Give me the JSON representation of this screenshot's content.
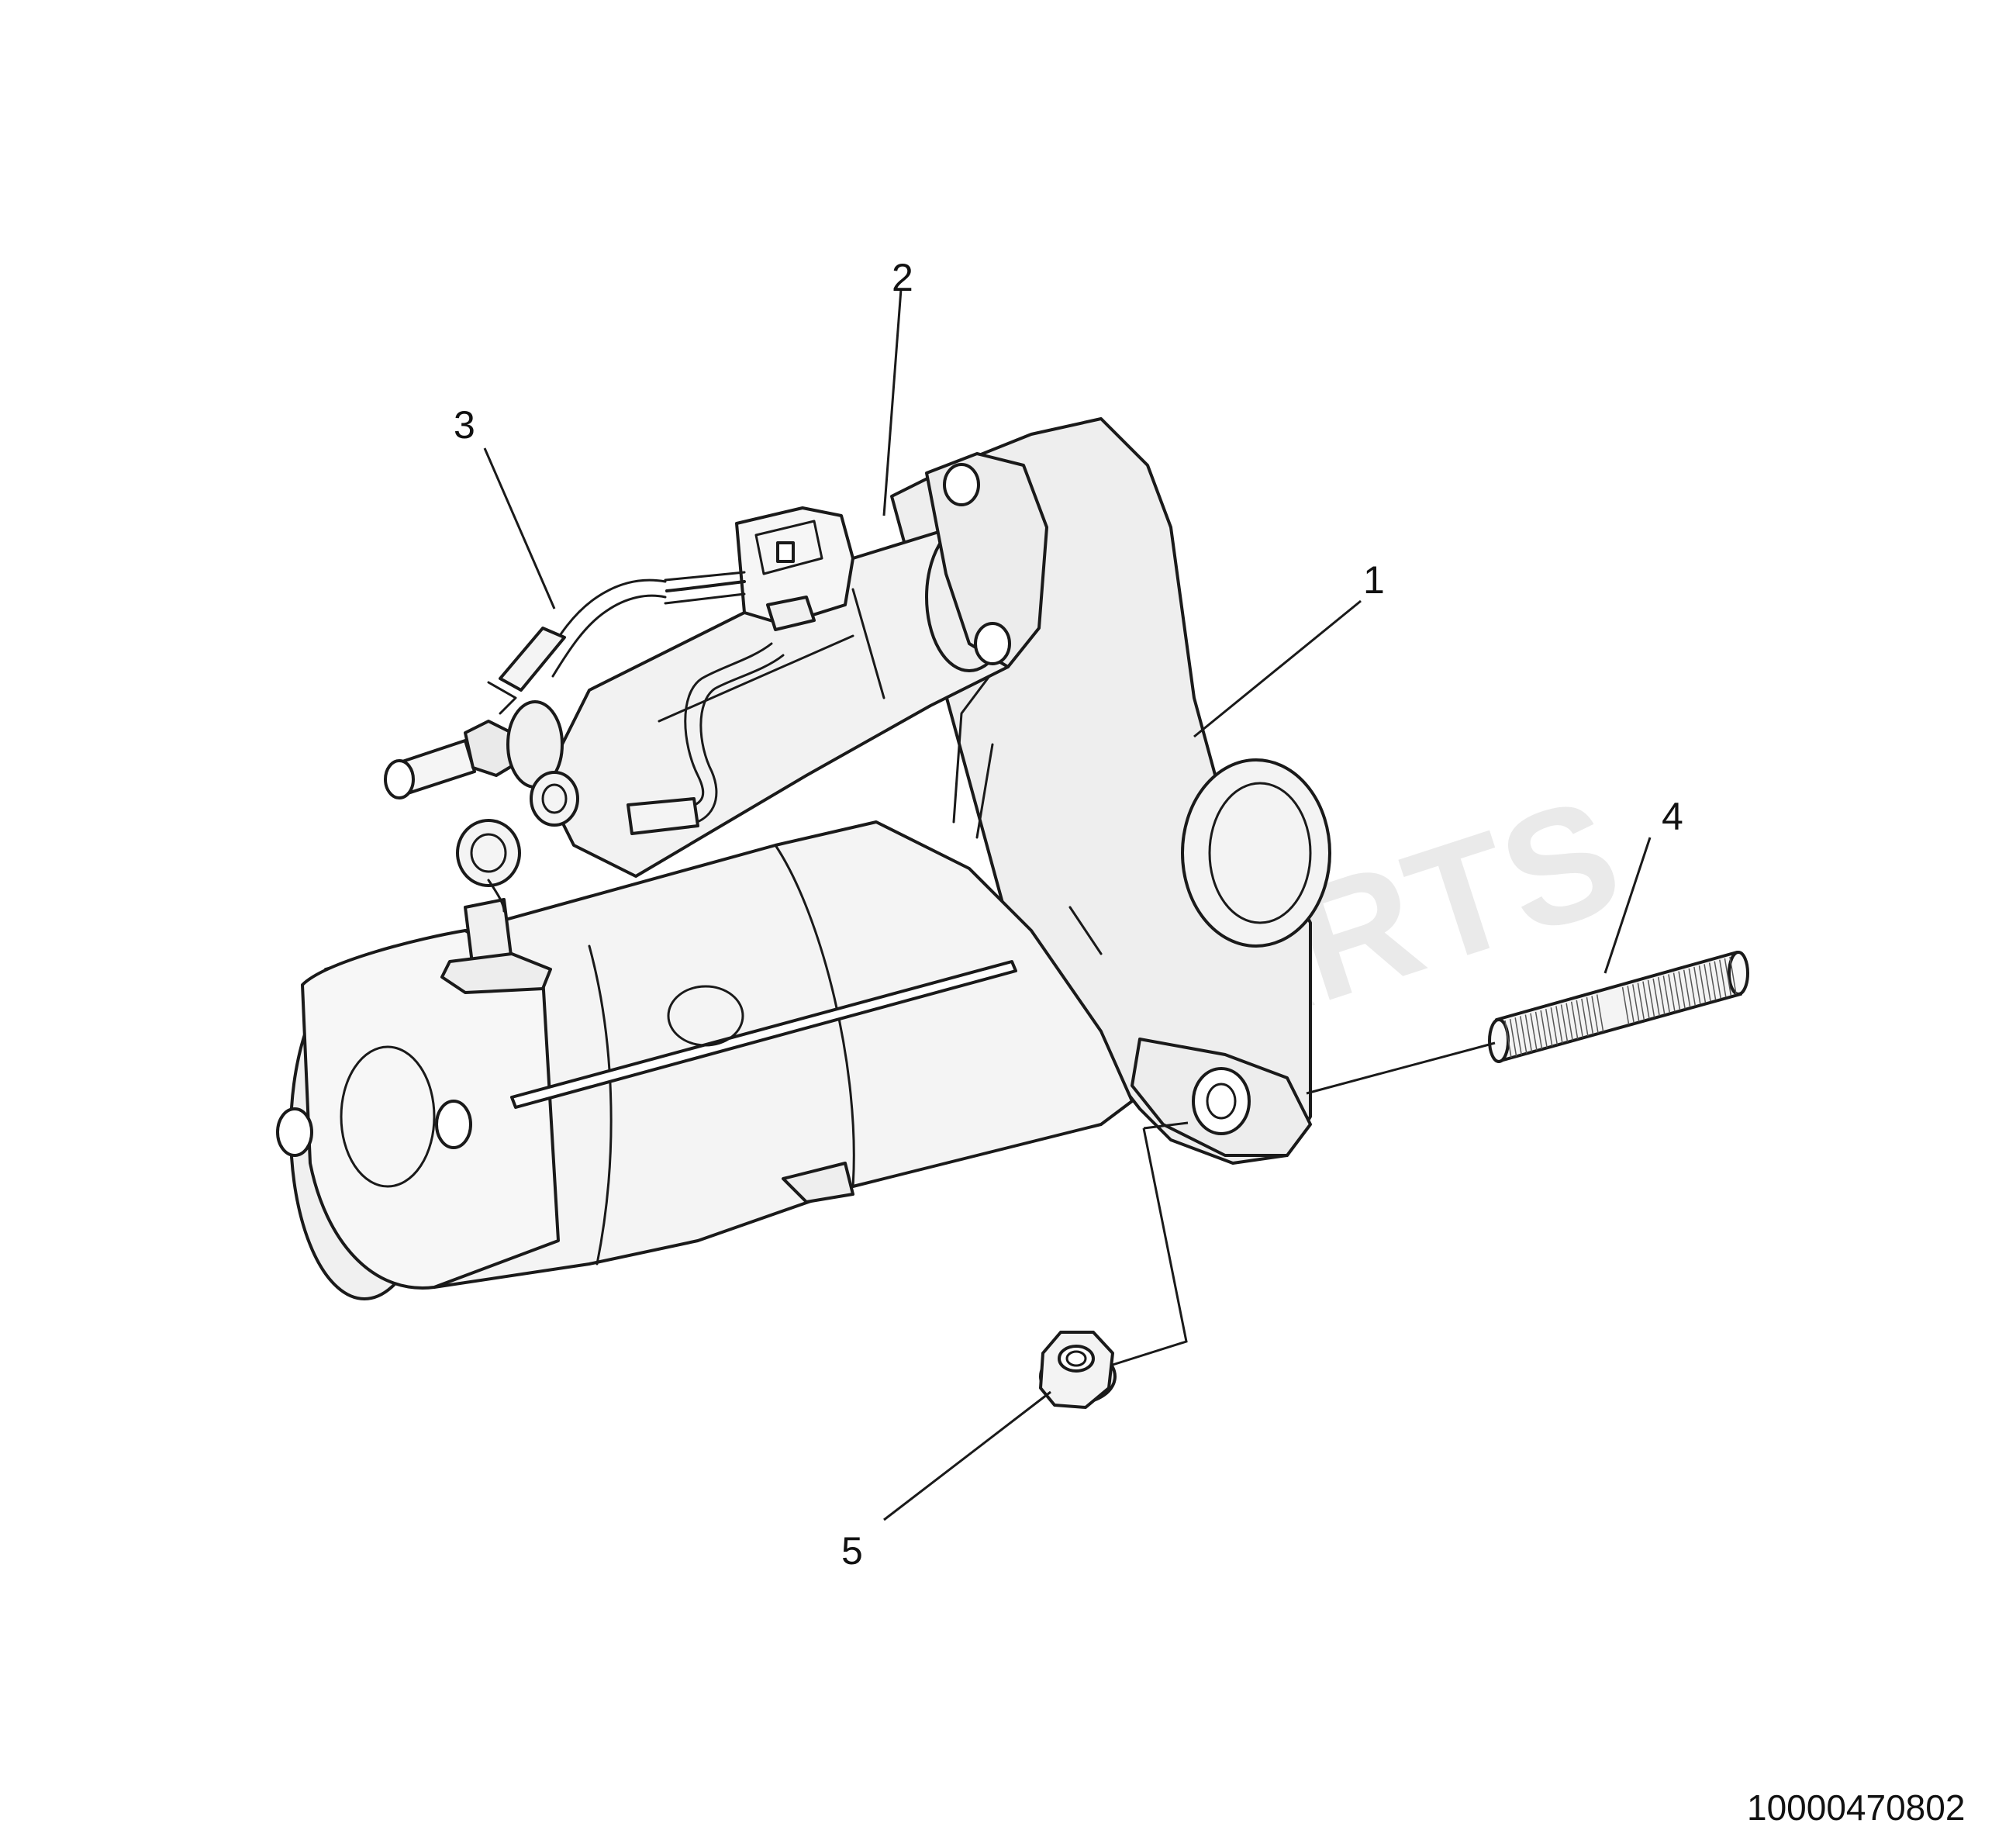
{
  "callouts": [
    {
      "id": "1",
      "label": "1",
      "part": "starter-motor"
    },
    {
      "id": "2",
      "label": "2",
      "part": "solenoid"
    },
    {
      "id": "3",
      "label": "3",
      "part": "cable-harness"
    },
    {
      "id": "4",
      "label": "4",
      "part": "stud"
    },
    {
      "id": "5",
      "label": "5",
      "part": "flange-nut"
    }
  ],
  "figure_id": "10000470802",
  "watermark": "VOLVO PARTS",
  "colors": {
    "outline": "#1a1a1a",
    "body_fill": "#f1f1f1",
    "shade": "#dcdcdc",
    "background": "#ffffff"
  }
}
